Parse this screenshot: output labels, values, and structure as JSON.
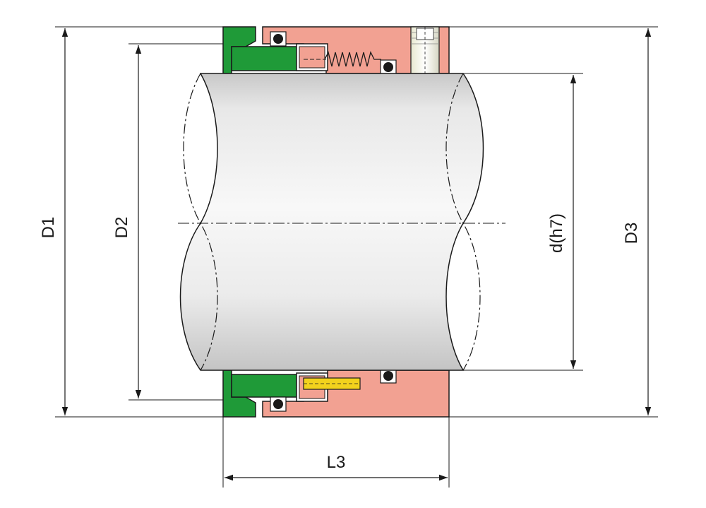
{
  "labels": {
    "D1": "D1",
    "D2": "D2",
    "D3": "D3",
    "d": "d(h7)",
    "L3": "L3"
  },
  "colors": {
    "stationary_seat": "#1f9a38",
    "rotary_housing": "#f2a192",
    "shaft_light": "#f6f6f6",
    "shaft_dark": "#c9c9c9",
    "line": "#1a1a1a",
    "drive_pin": "#f2d21d"
  }
}
